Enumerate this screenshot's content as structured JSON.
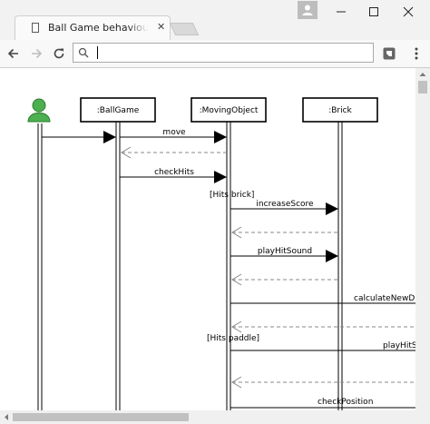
{
  "tab": {
    "title": "Ball Game behaviour - Draw.io",
    "close_glyph": "✕"
  },
  "window": {
    "profile_icon": "person-icon",
    "minimize_icon": "minimize-icon",
    "maximize_icon": "maximize-icon",
    "close_icon": "close-icon"
  },
  "toolbar": {
    "address_value": "",
    "back_icon": "back-arrow-icon",
    "forward_icon": "forward-arrow-icon",
    "reload_icon": "reload-icon",
    "search_icon": "search-icon",
    "extension_icon": "extension-icon",
    "menu_icon": "menu-icon"
  },
  "diagram": {
    "lifelines": [
      {
        "label": ":BallGame"
      },
      {
        "label": ":MovingObject"
      },
      {
        "label": ":Brick"
      }
    ],
    "messages": [
      {
        "label": "move"
      },
      {
        "label": "checkHits"
      },
      {
        "label": "increaseScore"
      },
      {
        "label": "playHitSound"
      },
      {
        "label": "calculateNewDirection"
      },
      {
        "label": "playHitSound"
      },
      {
        "label": "checkPosition"
      }
    ],
    "guards": [
      {
        "label": "[Hits brick]"
      },
      {
        "label": "[Hits paddle]"
      }
    ]
  },
  "colors": {
    "actor_green": "#4caf50",
    "return_arrow": "#888888"
  }
}
